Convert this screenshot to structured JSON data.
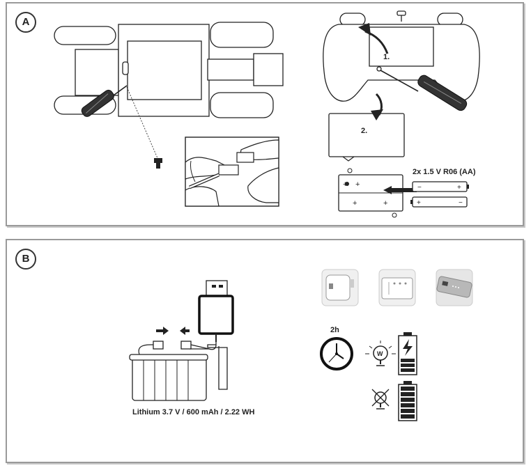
{
  "panel_a": {
    "badge": "A",
    "step1": "1.",
    "step2": "2.",
    "battery_spec": "2x 1.5 V R06 (AA)",
    "plus": "+",
    "minus": "−"
  },
  "panel_b": {
    "badge": "B",
    "battery_spec": "Lithium 3.7 V / 600 mAh / 2.22 WH",
    "charge_time": "2h",
    "bulb_letter": "W"
  }
}
